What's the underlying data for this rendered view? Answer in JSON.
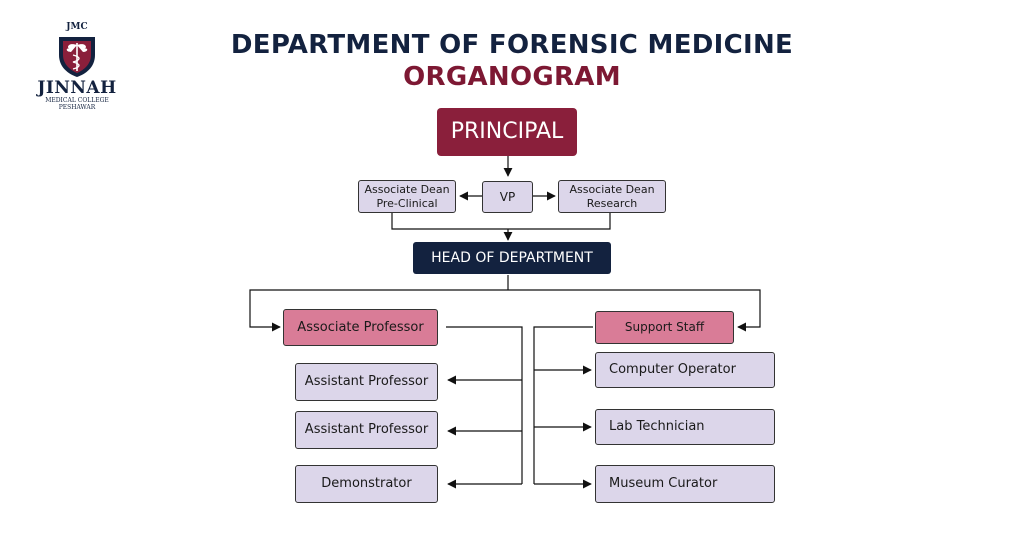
{
  "logo": {
    "abbr": "JMC",
    "name": "JINNAH",
    "line1": "MEDICAL COLLEGE",
    "line2": "PESHAWAR",
    "crest_icon": "caduceus-shield-icon",
    "colors": {
      "navy": "#13223f",
      "maroon": "#8a1f3b"
    }
  },
  "header": {
    "title": "DEPARTMENT OF FORENSIC MEDICINE",
    "subtitle": "ORGANOGRAM"
  },
  "nodes": {
    "principal": "PRINCIPAL",
    "vp": "VP",
    "assoc_dean_preclinical": [
      "Associate Dean",
      "Pre-Clinical"
    ],
    "assoc_dean_research": [
      "Associate Dean",
      "Research"
    ],
    "hod": "HEAD OF DEPARTMENT",
    "associate_professor": "Associate Professor",
    "support_staff": "Support Staff",
    "assistant_professor_1": "Assistant Professor",
    "assistant_professor_2": "Assistant Professor",
    "demonstrator": "Demonstrator",
    "computer_operator": "Computer Operator",
    "lab_technician": "Lab Technician",
    "museum_curator": "Museum Curator"
  },
  "colors": {
    "navy": "#13223f",
    "maroon": "#8a1f3b",
    "pink": "#d97c97",
    "lavender": "#dcd6ea"
  }
}
